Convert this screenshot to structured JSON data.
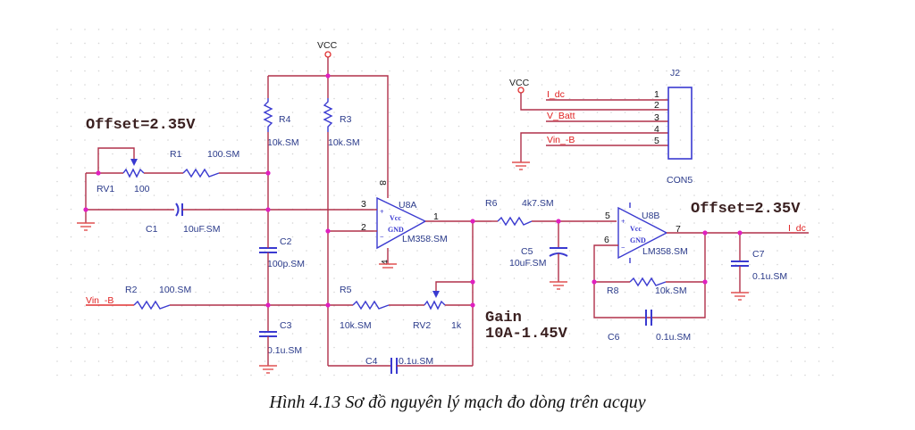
{
  "caption": "Hình 4.13 Sơ đồ nguyên lý mạch đo dòng trên acquy",
  "annotations": {
    "offset_left": "Offset=2.35V",
    "offset_right": "Offset=2.35V",
    "gain_line1": "Gain",
    "gain_line2": "10A-1.45V"
  },
  "power": {
    "vcc_top": "VCC",
    "vcc_connector": "VCC"
  },
  "components": {
    "R1": {
      "ref": "R1",
      "value": "100.SM"
    },
    "R2": {
      "ref": "R2",
      "value": "100.SM"
    },
    "R3": {
      "ref": "R3",
      "value": "10k.SM"
    },
    "R4": {
      "ref": "R4",
      "value": "10k.SM"
    },
    "R5": {
      "ref": "R5",
      "value": "10k.SM"
    },
    "R6": {
      "ref": "R6",
      "value": "4k7.SM"
    },
    "R8": {
      "ref": "R8",
      "value": "10k.SM"
    },
    "RV1": {
      "ref": "RV1",
      "value": "100"
    },
    "RV2": {
      "ref": "RV2",
      "value": "1k"
    },
    "C1": {
      "ref": "C1",
      "value": "10uF.SM"
    },
    "C2": {
      "ref": "C2",
      "value": "100p.SM"
    },
    "C3": {
      "ref": "C3",
      "value": "0.1u.SM"
    },
    "C4": {
      "ref": "C4",
      "value": "0.1u.SM"
    },
    "C5": {
      "ref": "C5",
      "value": "10uF.SM"
    },
    "C6": {
      "ref": "C6",
      "value": "0.1u.SM"
    },
    "C7": {
      "ref": "C7",
      "value": "0.1u.SM"
    },
    "U8A": {
      "ref": "U8A",
      "value": "LM358.SM",
      "pins": {
        "plus": "3",
        "minus": "2",
        "out": "1",
        "vcc": "8",
        "gnd": "4"
      },
      "vcc_text": "Vcc",
      "gnd_text": "GND"
    },
    "U8B": {
      "ref": "U8B",
      "value": "LM358.SM",
      "pins": {
        "plus": "5",
        "minus": "6",
        "out": "7"
      },
      "vcc_text": "Vcc",
      "gnd_text": "GND"
    },
    "J2": {
      "ref": "J2",
      "value": "CON5",
      "pins": [
        "1",
        "2",
        "3",
        "4",
        "5"
      ]
    }
  },
  "nets": {
    "i_dc_connector": "I_dc",
    "v_batt": "V_Batt",
    "vin_b_connector": "Vin_-B",
    "vin_b_input": "Vin_-B",
    "i_dc_output": "I_dc"
  }
}
